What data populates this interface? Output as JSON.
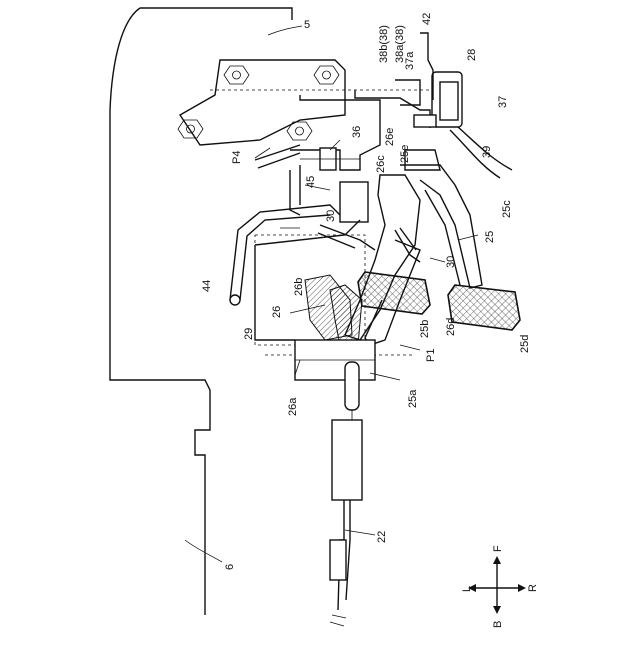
{
  "labels": {
    "n5": "5",
    "n6": "6",
    "n22": "22",
    "n25": "25",
    "n25a": "25a",
    "n25b": "25b",
    "n25c": "25c",
    "n25d": "25d",
    "n25e": "25e",
    "n26": "26",
    "n26a": "26a",
    "n26b": "26b",
    "n26c": "26c",
    "n26d": "26d",
    "n26e": "26e",
    "n28": "28",
    "n29": "29",
    "n30a": "30",
    "n30b": "30",
    "n36": "36",
    "n37": "37",
    "n37a": "37a",
    "n38a": "38a(38)",
    "n38b": "38b(38)",
    "n39": "39",
    "n42": "42",
    "n44": "44",
    "n45": "45",
    "p1": "P1",
    "p4": "P4"
  },
  "compass": {
    "f": "F",
    "b": "B",
    "l": "L",
    "r": "R"
  }
}
